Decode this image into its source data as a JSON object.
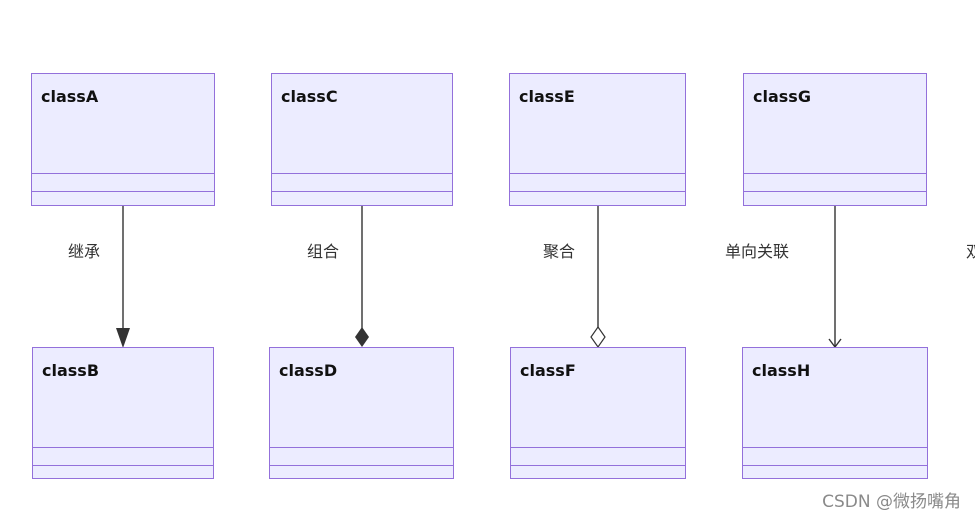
{
  "classes": {
    "a": "classA",
    "b": "classB",
    "c": "classC",
    "d": "classD",
    "e": "classE",
    "f": "classF",
    "g": "classG",
    "h": "classH"
  },
  "relations": {
    "inheritance": "继承",
    "composition": "组合",
    "aggregation": "聚合",
    "association": "单向关联",
    "cut_off": "双"
  },
  "watermark": "CSDN @微扬嘴角",
  "colors": {
    "box_fill": "#ECECFF",
    "box_border": "#9370DB",
    "edge": "#333333"
  }
}
